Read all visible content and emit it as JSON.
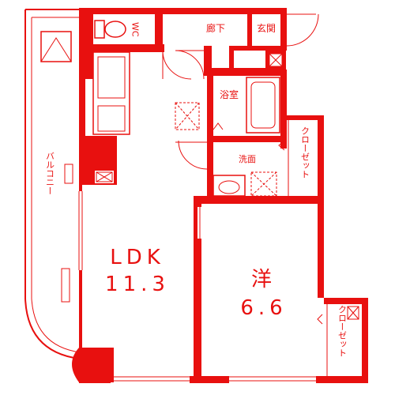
{
  "colors": {
    "wall": "#e8100f",
    "line": "#e8100f",
    "background": "#ffffff"
  },
  "rooms": {
    "wc": "WC",
    "hallway": "廊下",
    "entrance": "玄関",
    "bathroom": "浴室",
    "washroom": "洗面",
    "closet_upper": "クローゼット",
    "closet_lower": "クローゼット",
    "balcony": "バルコニー",
    "ldk_name": "LDK",
    "ldk_size": "11.3",
    "western_name": "洋",
    "western_size": "6.6"
  }
}
